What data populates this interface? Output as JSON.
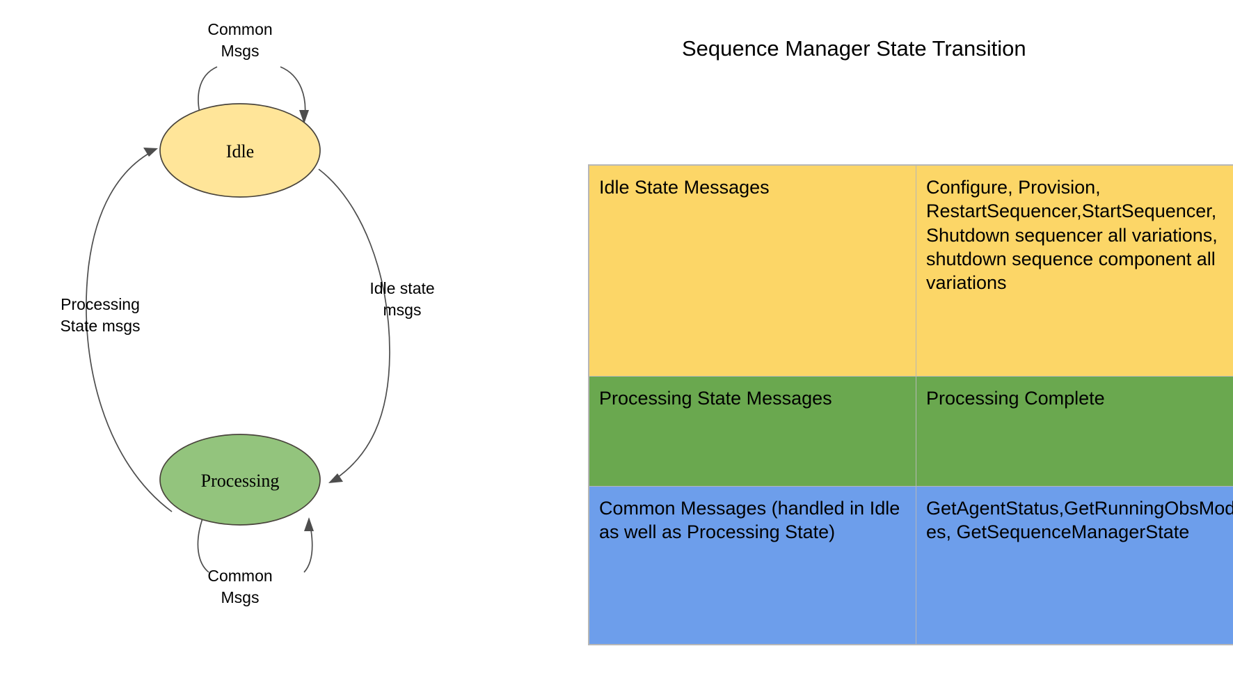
{
  "title": "Sequence Manager State Transition",
  "diagram": {
    "name": "sequence-manager-state-machine",
    "states": [
      {
        "id": "idle",
        "label": "Idle",
        "fill": "#ffe599",
        "stroke": "#49443c"
      },
      {
        "id": "processing",
        "label": "Processing",
        "fill": "#93c47d",
        "stroke": "#49443c"
      }
    ],
    "transitions": [
      {
        "id": "idle-self",
        "from": "idle",
        "to": "idle",
        "label_line1": "Common",
        "label_line2": "Msgs"
      },
      {
        "id": "processing-self",
        "from": "processing",
        "to": "processing",
        "label_line1": "Common",
        "label_line2": "Msgs"
      },
      {
        "id": "idle-to-processing",
        "from": "idle",
        "to": "processing",
        "label_line1": "Idle state",
        "label_line2": "msgs"
      },
      {
        "id": "processing-to-idle",
        "from": "processing",
        "to": "idle",
        "label_line1": "Processing",
        "label_line2": "State msgs"
      }
    ]
  },
  "table": {
    "name": "message-categories-table",
    "rows": [
      {
        "id": "idle-state-messages",
        "color": "#fcd667",
        "category": "Idle State Messages",
        "messages": "Configure, Provision, RestartSequencer,StartSequencer, Shutdown sequencer all variations, shutdown sequence component all variations"
      },
      {
        "id": "processing-state-messages",
        "color": "#6aa84f",
        "category": "Processing State Messages",
        "messages": "Processing Complete"
      },
      {
        "id": "common-messages",
        "color": "#6d9eeb",
        "category": "Common Messages (handled in Idle as well as Processing State)",
        "messages": "GetAgentStatus,GetRunningObsModes, GetSequenceManagerState"
      }
    ]
  }
}
